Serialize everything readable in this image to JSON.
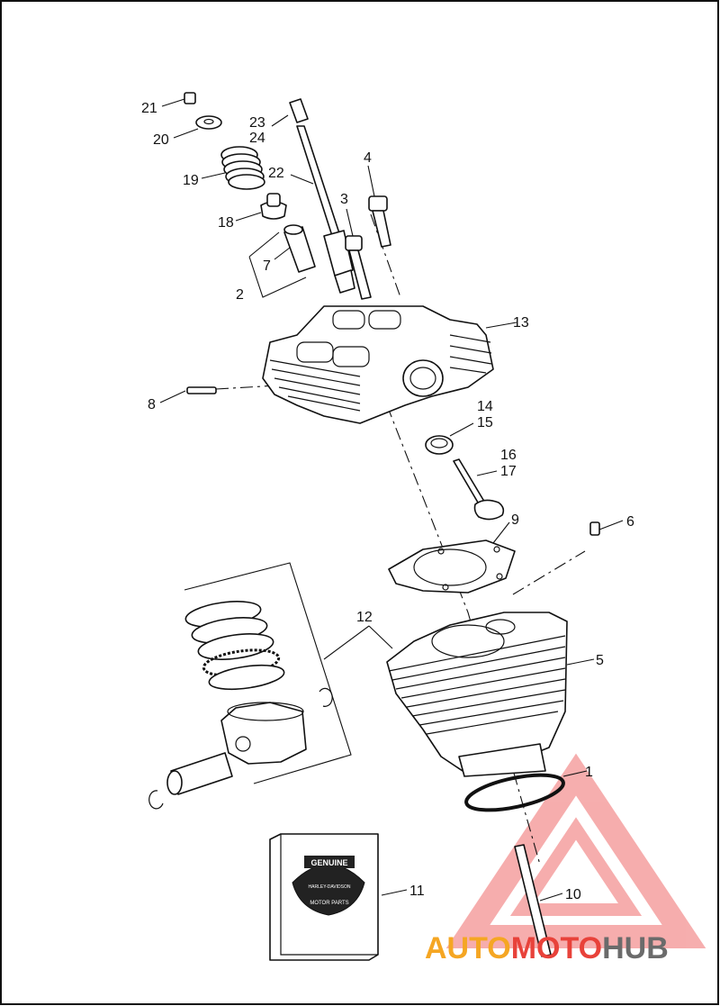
{
  "labels": [
    "1",
    "2",
    "3",
    "4",
    "5",
    "6",
    "7",
    "8",
    "9",
    "10",
    "11",
    "12",
    "13",
    "14",
    "15",
    "16",
    "17",
    "18",
    "19",
    "20",
    "21",
    "22",
    "23",
    "24"
  ],
  "logo": {
    "top": "GENUINE",
    "mid1": "HARLEY-DAVIDSON",
    "mid2": "MOTOR PARTS"
  },
  "watermark": {
    "part1": "AUTO",
    "part2": "MOTO",
    "part3": "HUB",
    "color1": "#f5a623",
    "color2": "#e8423a",
    "color3": "#6b6b6b"
  },
  "colors": {
    "line": "#111111",
    "background": "#ffffff"
  }
}
